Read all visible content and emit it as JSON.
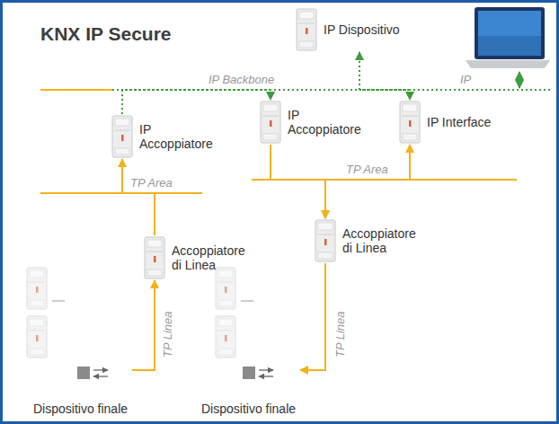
{
  "diagram": {
    "title": "KNX IP Secure",
    "nodes": [
      {
        "text": [
          "IP Dispositivo"
        ]
      },
      {
        "text": [
          "IP Accoppiatore"
        ]
      },
      {
        "text": [
          "IP Accoppiatore"
        ]
      },
      {
        "text": [
          "IP Interface"
        ]
      },
      {
        "text": [
          "Accoppiatore di Linea"
        ]
      },
      {
        "text": [
          "Accoppiatore di Linea"
        ]
      },
      {
        "text": [
          "Dispositivo finale"
        ]
      },
      {
        "text": [
          "Dispositivo finale"
        ]
      }
    ],
    "edges": [
      {
        "from": 6,
        "to": 4,
        "arrow": "to"
      },
      {
        "from": 4,
        "to": 1,
        "arrow": "to"
      },
      {
        "from": 1,
        "to": 2,
        "arrow": "to"
      },
      {
        "from": 0,
        "to": 3,
        "arrow": "both"
      },
      {
        "from": 2,
        "to": 5,
        "arrow": "to"
      },
      {
        "from": 5,
        "to": 7,
        "arrow": "to"
      },
      {
        "from": 3,
        "to": 5,
        "arrow": "both"
      }
    ],
    "labels": [
      "IP Backbone",
      "IP",
      "TP Area",
      "TP Area",
      "TP Linea",
      "TP Linea"
    ]
  }
}
